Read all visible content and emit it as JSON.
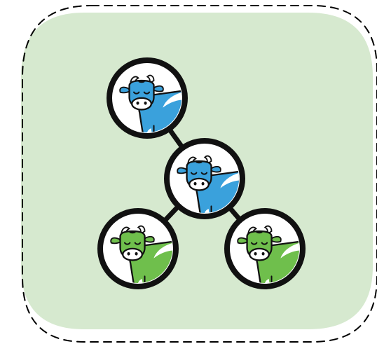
{
  "panel": {
    "fill_color": "#d6e9cf",
    "border_style": "dashed",
    "border_color": "#000000"
  },
  "nodes": [
    {
      "id": "top-left",
      "icon": "cow-icon",
      "color": "#3aa1dc",
      "group": "blue"
    },
    {
      "id": "center",
      "icon": "cow-icon",
      "color": "#3aa1dc",
      "group": "blue"
    },
    {
      "id": "bottom-left",
      "icon": "cow-icon",
      "color": "#6fbf4c",
      "group": "green"
    },
    {
      "id": "bottom-right",
      "icon": "cow-icon",
      "color": "#6fbf4c",
      "group": "green"
    }
  ],
  "edges": [
    {
      "from": "top-left",
      "to": "center"
    },
    {
      "from": "center",
      "to": "bottom-left"
    },
    {
      "from": "center",
      "to": "bottom-right"
    }
  ]
}
